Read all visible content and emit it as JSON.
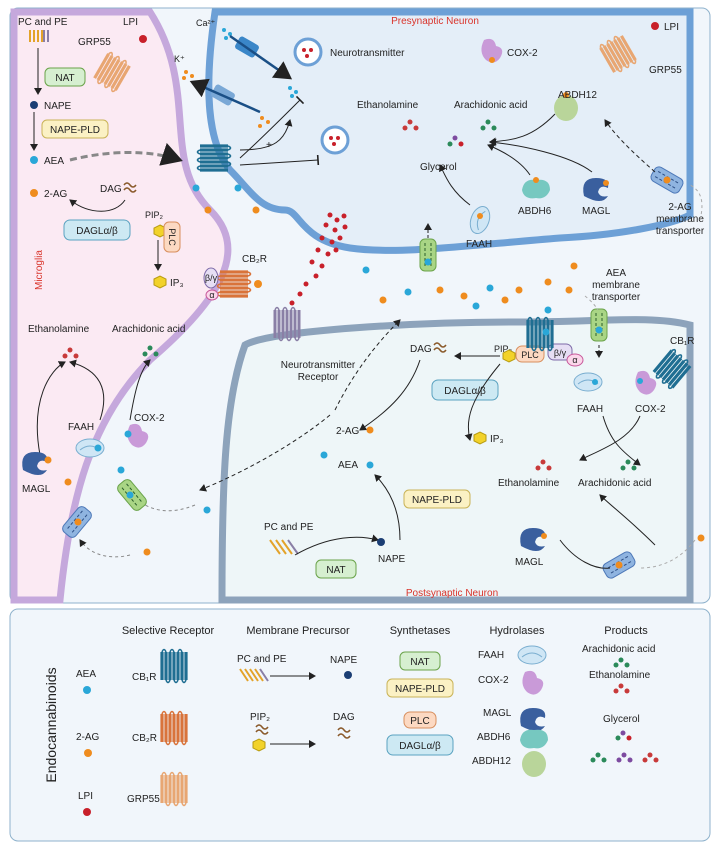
{
  "regions": {
    "presynaptic": "Presynaptic Neuron",
    "postsynaptic": "Postsynaptic Neuron",
    "microglia": "Microglia"
  },
  "microglia": {
    "pc_pe": "PC and PE",
    "lpi": "LPI",
    "grp55": "GRP55",
    "nat": "NAT",
    "nape": "NAPE",
    "nape_pld": "NAPE-PLD",
    "aea": "AEA",
    "two_ag": "2-AG",
    "dag": "DAG",
    "pip2": "PIP₂",
    "plc": "PLC",
    "ip3": "IP₃",
    "dagl": "DAGLα/β",
    "cb2r": "CB₂R",
    "bg": "β/γ",
    "alpha": "α",
    "ethanolamine": "Ethanolamine",
    "arachidonic": "Arachidonic acid",
    "faah": "FAAH",
    "cox2": "COX-2",
    "magl": "MAGL"
  },
  "presynaptic": {
    "ca": "Ca²⁺",
    "k": "K⁺",
    "neurotransmitter": "Neurotransmitter",
    "plus": "+",
    "cox2": "COX-2",
    "lpi": "LPI",
    "grp55": "GRP55",
    "ethanolamine": "Ethanolamine",
    "arachidonic": "Arachidonic acid",
    "abdh12": "ABDH12",
    "glycerol": "Glycerol",
    "abdh6": "ABDH6",
    "magl": "MAGL",
    "faah": "FAAH",
    "transporter": "2-AG\nmembrane\ntransporter"
  },
  "synapse": {
    "nt_receptor": "Neurotransmitter\nReceptor"
  },
  "postsynaptic": {
    "aea_transporter": "AEA\nmembrane\ntransporter",
    "dag": "DAG",
    "pip2": "PIP₂",
    "plc": "PLC",
    "bg": "β/γ",
    "alpha": "α",
    "cb1r": "CB₁R",
    "dagl": "DAGLα/β",
    "two_ag": "2-AG",
    "ip3": "IP₃",
    "faah": "FAAH",
    "cox2": "COX-2",
    "aea": "AEA",
    "nape_pld": "NAPE-PLD",
    "ethanolamine": "Ethanolamine",
    "arachidonic": "Arachidonic acid",
    "pc_pe": "PC and PE",
    "nat": "NAT",
    "nape": "NAPE",
    "magl": "MAGL"
  },
  "legend": {
    "title": "Endocannabinoids",
    "col_receptor": "Selective Receptor",
    "col_precursor": "Membrane Precursor",
    "col_synthetases": "Synthetases",
    "col_hydrolases": "Hydrolases",
    "col_products": "Products",
    "aea": "AEA",
    "two_ag": "2-AG",
    "lpi": "LPI",
    "cb1r": "CB₁R",
    "cb2r": "CB₂R",
    "grp55": "GRP55",
    "pc_pe": "PC and PE",
    "nape": "NAPE",
    "pip2": "PIP₂",
    "dag": "DAG",
    "nat": "NAT",
    "nape_pld": "NAPE-PLD",
    "plc": "PLC",
    "dagl": "DAGLα/β",
    "faah": "FAAH",
    "cox2": "COX-2",
    "magl": "MAGL",
    "abdh6": "ABDH6",
    "abdh12": "ABDH12",
    "arachidonic": "Arachidonic acid",
    "ethanolamine": "Ethanolamine",
    "glycerol": "Glycerol"
  },
  "colors": {
    "aea": "#2aa7d8",
    "two_ag": "#ef8c1e",
    "lpi": "#c8202a",
    "cb1r": "#2a7fa6",
    "cb2r": "#e07a3a",
    "grp55": "#e8a672"
  }
}
